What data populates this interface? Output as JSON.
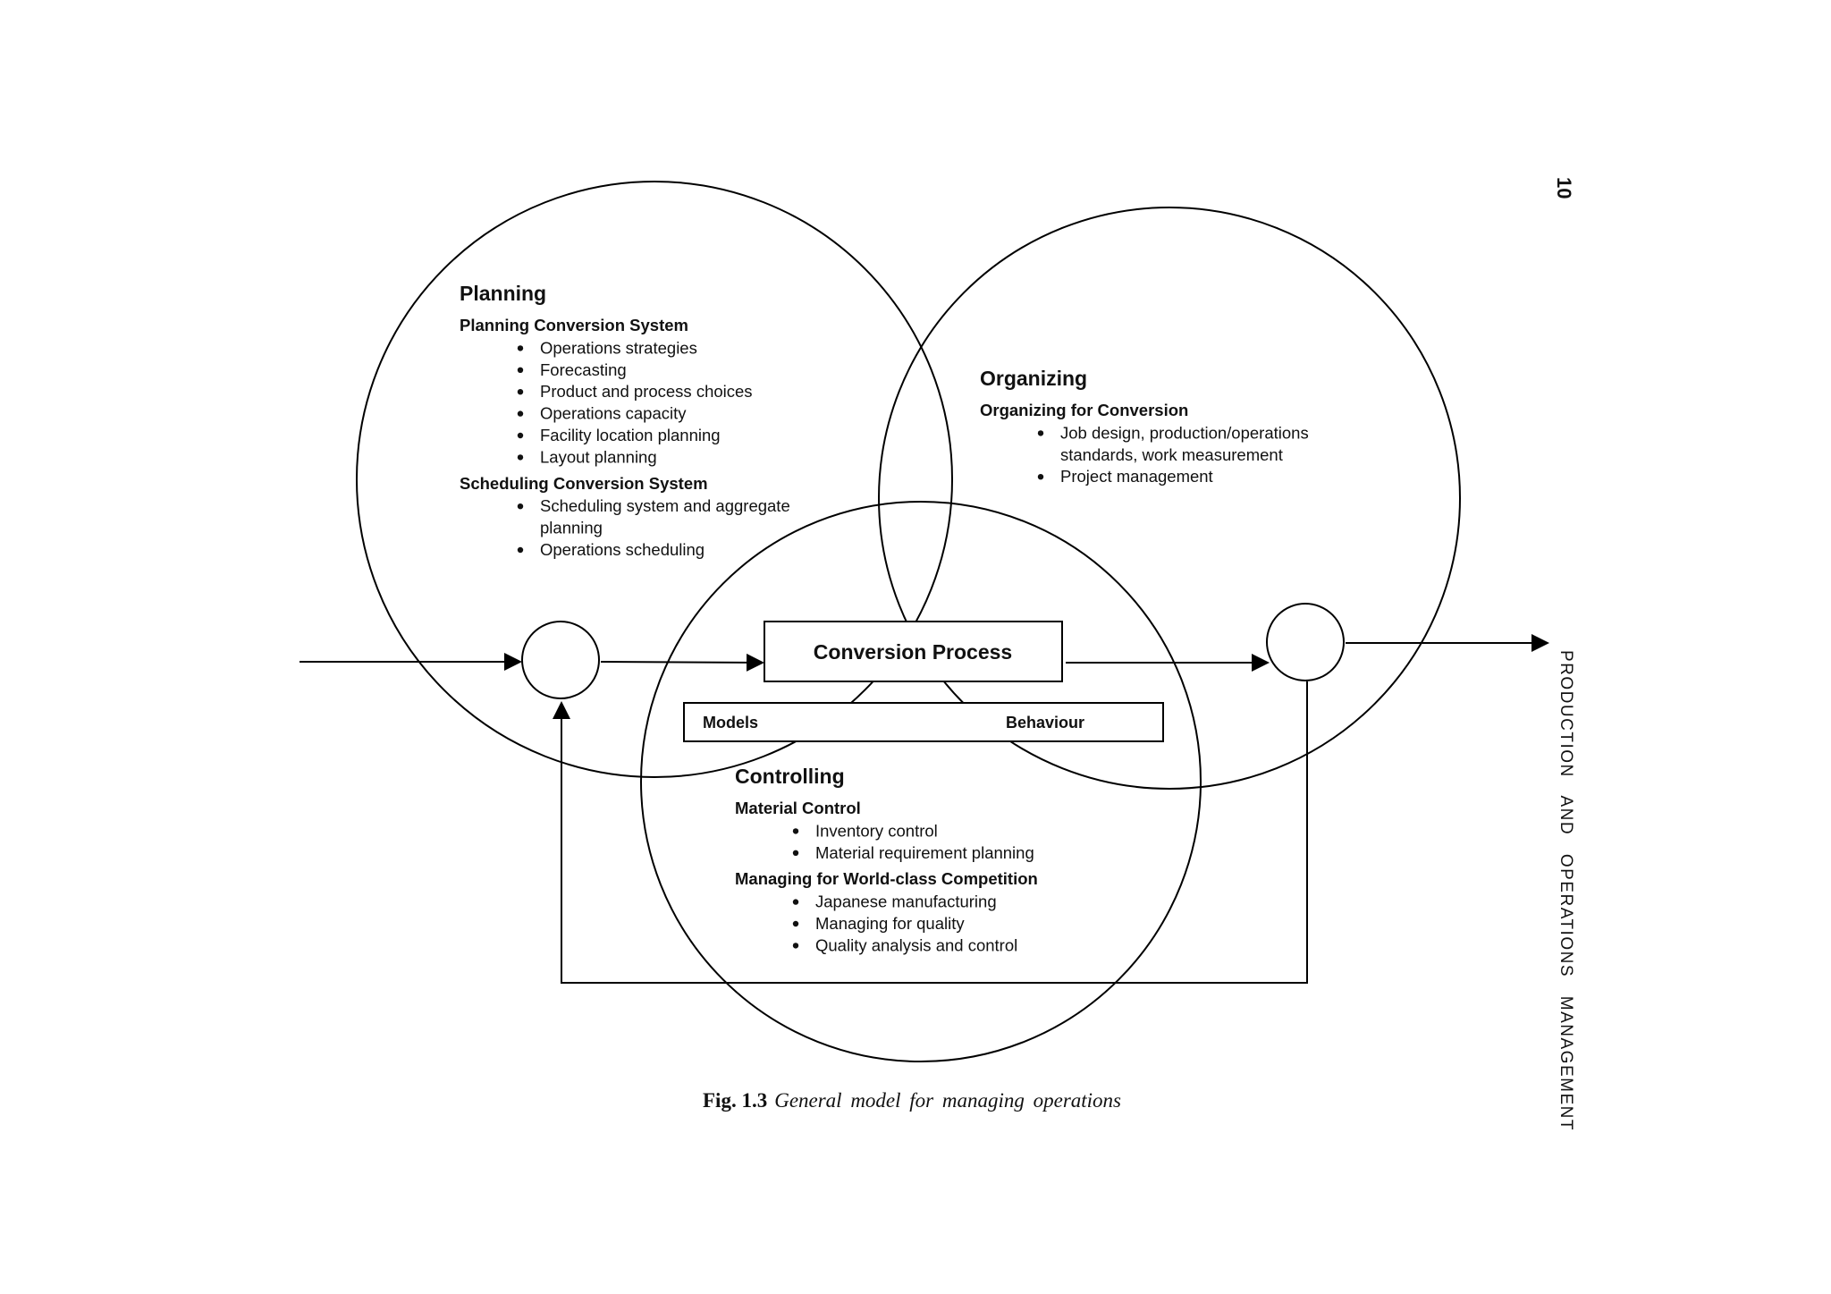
{
  "page": {
    "number": "10",
    "running_head": "PRODUCTION AND OPERATIONS MANAGEMENT"
  },
  "figure": {
    "label": "Fig. 1.3",
    "title": "General model for managing operations"
  },
  "planning": {
    "title": "Planning",
    "groups": [
      {
        "heading": "Planning Conversion System",
        "items": [
          [
            "Operations strategies"
          ],
          [
            "Forecasting"
          ],
          [
            "Product and process choices"
          ],
          [
            "Operations capacity"
          ],
          [
            "Facility location planning"
          ],
          [
            "Layout  planning"
          ]
        ]
      },
      {
        "heading": "Scheduling Conversion System",
        "items": [
          [
            "Scheduling system and aggregate",
            "planning"
          ],
          [
            "Operations scheduling"
          ]
        ]
      }
    ]
  },
  "organizing": {
    "title": "Organizing",
    "groups": [
      {
        "heading": "Organizing for Conversion",
        "items": [
          [
            "Job design, production/operations",
            "standards, work measurement"
          ],
          [
            "Project management"
          ]
        ]
      }
    ]
  },
  "controlling": {
    "title": "Controlling",
    "groups": [
      {
        "heading": "Material Control",
        "items": [
          [
            "Inventory control"
          ],
          [
            "Material requirement planning"
          ]
        ]
      },
      {
        "heading": "Managing for World-class Competition",
        "items": [
          [
            "Japanese manufacturing"
          ],
          [
            "Managing for quality"
          ],
          [
            "Quality analysis and control"
          ]
        ]
      }
    ]
  },
  "process": {
    "box_label": "Conversion Process",
    "strip_left": "Models",
    "strip_right": "Behaviour"
  }
}
